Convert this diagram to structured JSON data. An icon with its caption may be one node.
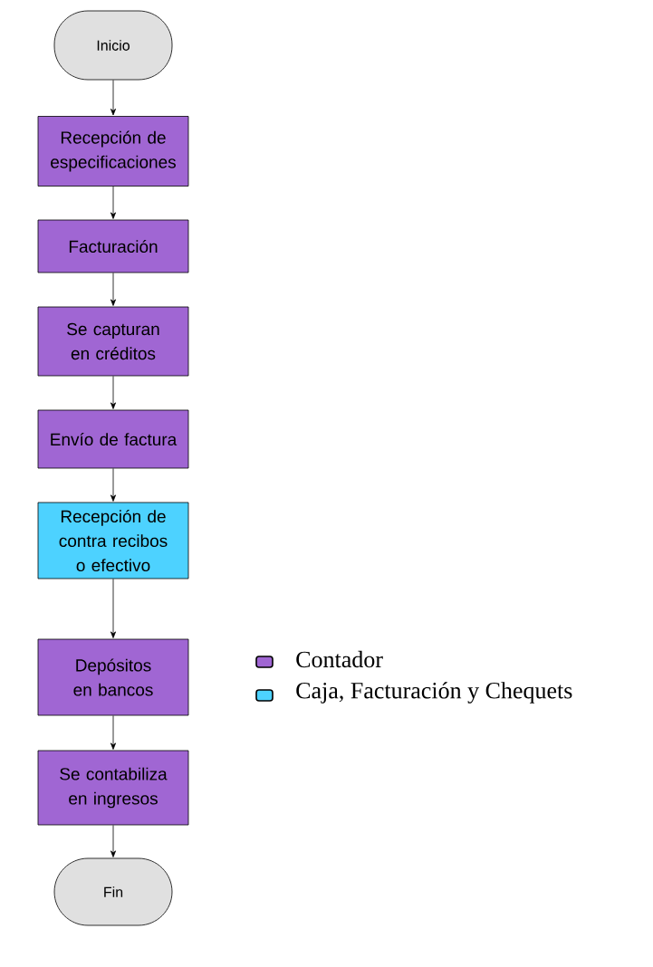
{
  "diagram": {
    "nodes": [
      {
        "text": [
          "Inicio"
        ]
      },
      {
        "text": [
          "Recepción de especificaciones"
        ]
      },
      {
        "text": [
          "Facturación"
        ]
      },
      {
        "text": [
          "Se capturan en créditos"
        ]
      },
      {
        "text": [
          "Envío de factura"
        ]
      },
      {
        "text": [
          "Recepción de contra recibos o efectivo"
        ]
      },
      {
        "text": [
          "Depósitos en bancos"
        ]
      },
      {
        "text": [
          "Se contabiliza en ingresos"
        ]
      },
      {
        "text": [
          "Fin"
        ]
      }
    ],
    "edges": [
      {
        "from": 0,
        "to": 1,
        "arrow": "to"
      },
      {
        "from": 1,
        "to": 2,
        "arrow": "to"
      },
      {
        "from": 2,
        "to": 3,
        "arrow": "to"
      },
      {
        "from": 3,
        "to": 4,
        "arrow": "to"
      },
      {
        "from": 4,
        "to": 5,
        "arrow": "to"
      },
      {
        "from": 5,
        "to": 6,
        "arrow": "to"
      },
      {
        "from": 6,
        "to": 7,
        "arrow": "to"
      },
      {
        "from": 7,
        "to": 8,
        "arrow": "to"
      }
    ],
    "legend": [
      {
        "text": "Contador",
        "color": "#a066d3"
      },
      {
        "text": "Caja, Facturación y Chequets",
        "color": "#4dd2ff"
      }
    ]
  }
}
